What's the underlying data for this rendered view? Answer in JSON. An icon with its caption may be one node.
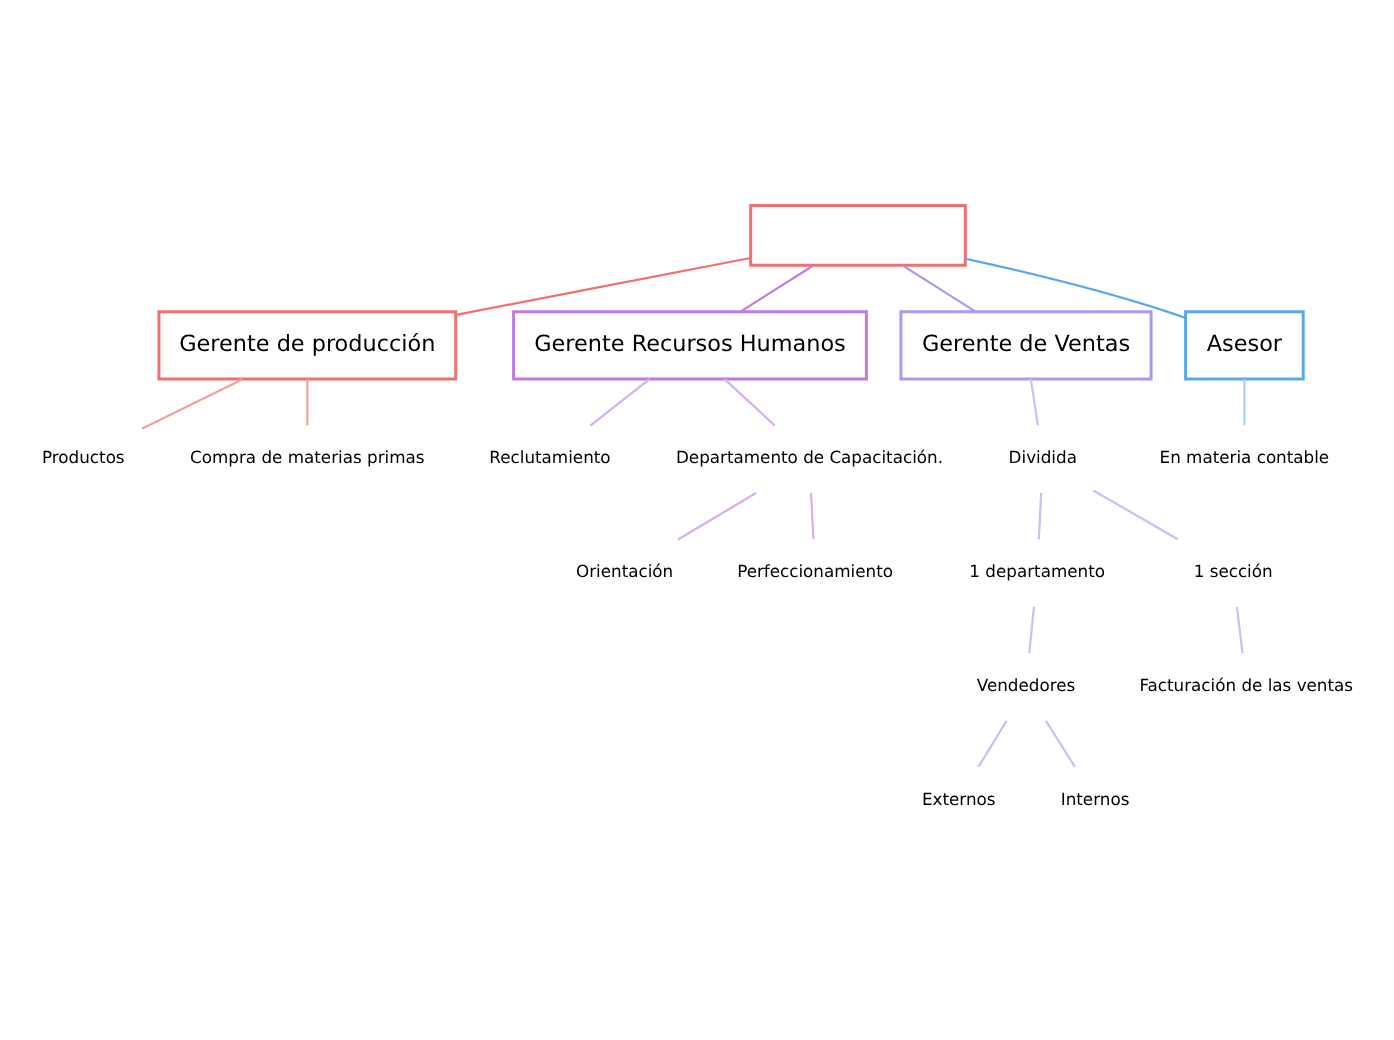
{
  "diagram": {
    "nodes": [
      {
        "text": [],
        "shape": "box"
      },
      {
        "text": [
          "Gerente de producción"
        ]
      },
      {
        "text": [
          "Productos"
        ]
      },
      {
        "text": [
          "Compra de materias primas"
        ]
      },
      {
        "text": [
          "Gerente Recursos Humanos"
        ]
      },
      {
        "text": [
          "Reclutamiento"
        ]
      },
      {
        "text": [
          "Departamento de Capacitación."
        ]
      },
      {
        "text": [
          "Orientación"
        ]
      },
      {
        "text": [
          "Perfeccionamiento"
        ]
      },
      {
        "text": [
          "Gerente de Ventas"
        ]
      },
      {
        "text": [
          "Dividida"
        ]
      },
      {
        "text": [
          "1 departamento"
        ]
      },
      {
        "text": [
          "1 sección"
        ]
      },
      {
        "text": [
          "Vendedores"
        ]
      },
      {
        "text": [
          "Externos"
        ]
      },
      {
        "text": [
          "Internos"
        ]
      },
      {
        "text": [
          "Facturación de las ventas"
        ]
      },
      {
        "text": [
          "Asesor"
        ]
      },
      {
        "text": [
          "En materia contable"
        ]
      }
    ],
    "edges": [
      {
        "from": 0,
        "to": 1,
        "arrow": "none",
        "color": "#f07070"
      },
      {
        "from": 1,
        "to": 2,
        "arrow": "none",
        "color": "#f5a0a0"
      },
      {
        "from": 1,
        "to": 3,
        "arrow": "none",
        "color": "#f5a0a0"
      },
      {
        "from": 0,
        "to": 4,
        "arrow": "none",
        "color": "#c07be0"
      },
      {
        "from": 4,
        "to": 5,
        "arrow": "none",
        "color": "#d8b0ee"
      },
      {
        "from": 4,
        "to": 6,
        "arrow": "none",
        "color": "#d8b0ee"
      },
      {
        "from": 6,
        "to": 7,
        "arrow": "none",
        "color": "#d8b0ee"
      },
      {
        "from": 6,
        "to": 8,
        "arrow": "none",
        "color": "#d8b0ee"
      },
      {
        "from": 0,
        "to": 9,
        "arrow": "none",
        "color": "#a89cf0"
      },
      {
        "from": 9,
        "to": 10,
        "arrow": "none",
        "color": "#c8c0f8"
      },
      {
        "from": 10,
        "to": 11,
        "arrow": "none",
        "color": "#c8c0f8"
      },
      {
        "from": 10,
        "to": 12,
        "arrow": "none",
        "color": "#c8c0f8"
      },
      {
        "from": 11,
        "to": 13,
        "arrow": "none",
        "color": "#c8c0f8"
      },
      {
        "from": 13,
        "to": 14,
        "arrow": "none",
        "color": "#c8c0f8"
      },
      {
        "from": 13,
        "to": 15,
        "arrow": "none",
        "color": "#c8c0f8"
      },
      {
        "from": 12,
        "to": 16,
        "arrow": "none",
        "color": "#c8c0f8"
      },
      {
        "from": 0,
        "to": 17,
        "arrow": "none",
        "color": "#5aa7f0"
      },
      {
        "from": 17,
        "to": 18,
        "arrow": "none",
        "color": "#a8d0f8"
      }
    ]
  }
}
